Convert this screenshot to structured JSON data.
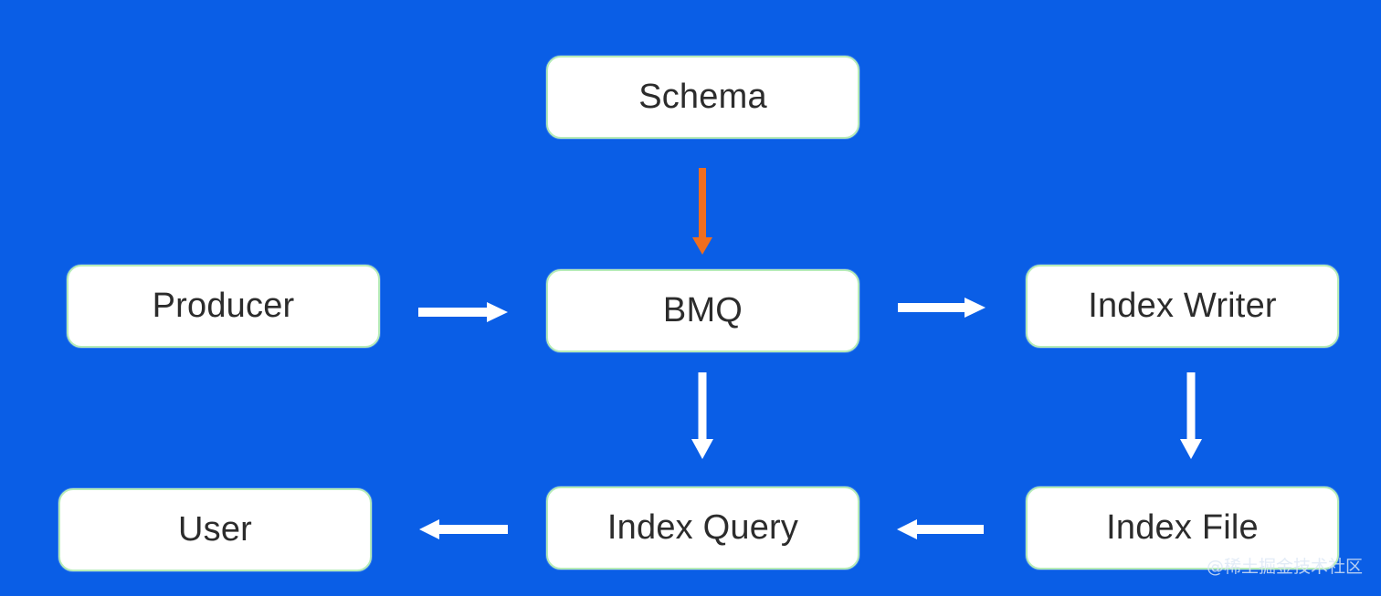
{
  "diagram": {
    "nodes": {
      "schema": "Schema",
      "producer": "Producer",
      "bmq": "BMQ",
      "index_writer": "Index Writer",
      "user": "User",
      "index_query": "Index Query",
      "index_file": "Index File"
    },
    "colors": {
      "background": "#0a5ee6",
      "node_fill": "#ffffff",
      "node_border": "#b7ecb8",
      "schema_arrow": "#ef6e1f",
      "flow_arrow": "#ffffff"
    },
    "watermark": "@稀土掘金技术社区"
  }
}
